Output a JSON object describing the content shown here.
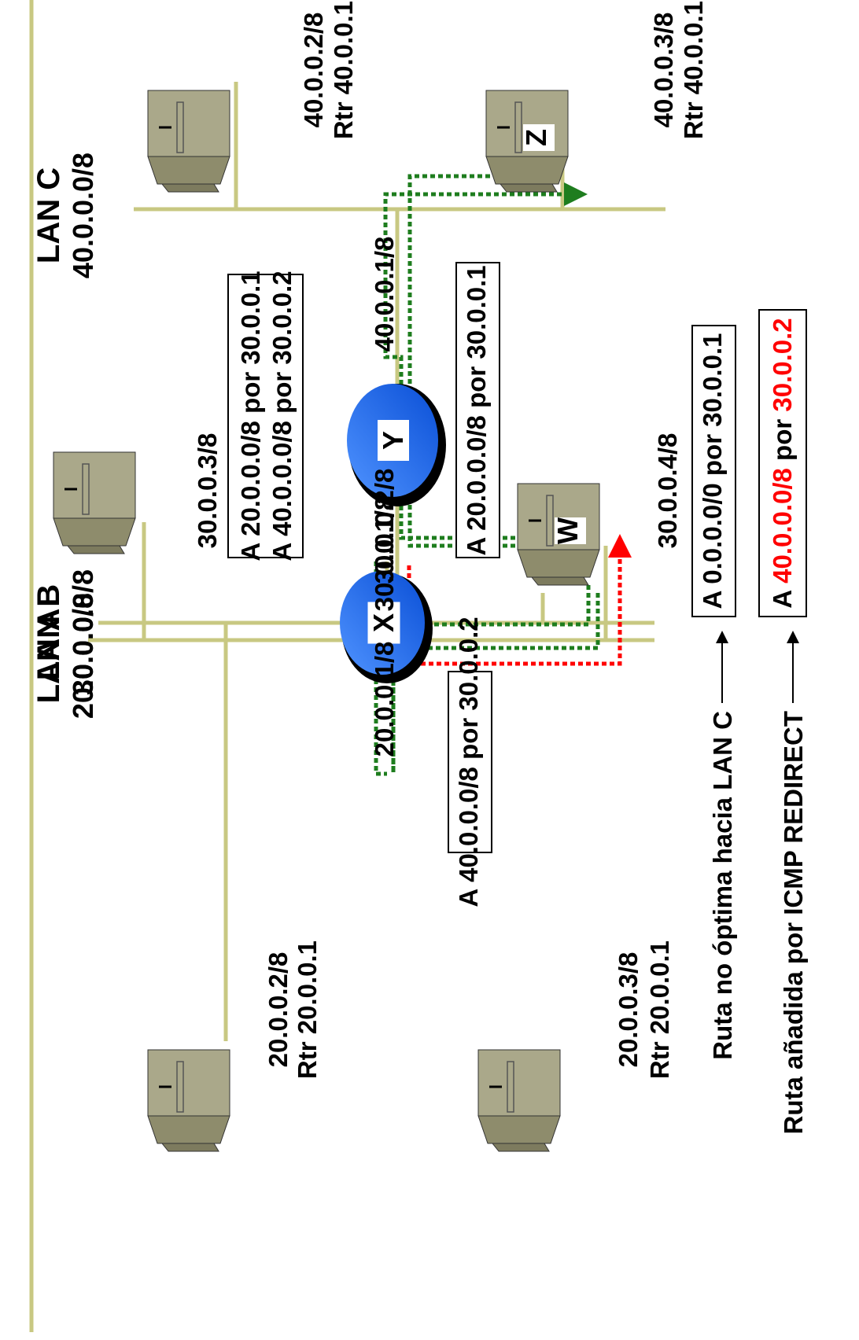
{
  "colors": {
    "lan_line": "#c8c882",
    "router_blue": "#0a5cf0",
    "router_dark": "#000000",
    "computer_face": "#aaa88a",
    "computer_side": "#8e8c6c",
    "green_path": "#1e7d1e",
    "red_path": "#ff0000",
    "text": "#000000",
    "red_text": "#ff0000"
  },
  "lans": {
    "a": {
      "name": "LAN A",
      "net": "20.0.0.0/8"
    },
    "b": {
      "name": "LAN B",
      "net": "30.0.0.0/8"
    },
    "c": {
      "name": "LAN C",
      "net": "40.0.0.0/8"
    }
  },
  "routers": {
    "x": {
      "letter": "X",
      "if_a": "20.0.0.1/8",
      "if_b": "30.0.0.1/8"
    },
    "y": {
      "letter": "Y",
      "if_b": "30.0.0.2/8",
      "if_c": "40.0.0.1/8"
    }
  },
  "hosts": {
    "a1": {
      "ip": "20.0.0.2/8",
      "rtr": "Rtr 20.0.0.1",
      "icon": "computer-icon"
    },
    "a2": {
      "ip": "20.0.0.3/8",
      "rtr": "Rtr 20.0.0.1",
      "icon": "computer-icon"
    },
    "b1": {
      "ip": "30.0.0.3/8",
      "icon": "computer-icon"
    },
    "w": {
      "letter": "W",
      "ip": "30.0.0.4/8",
      "icon": "computer-icon"
    },
    "c1": {
      "ip": "40.0.0.2/8",
      "rtr": "Rtr 40.0.0.1",
      "icon": "computer-icon"
    },
    "z": {
      "letter": "Z",
      "ip": "40.0.0.3/8",
      "rtr": "Rtr 40.0.0.1",
      "icon": "computer-icon"
    }
  },
  "route_tables": {
    "x": "A 40.0.0.0/8 por 30.0.0.2",
    "b_host": [
      "A 20.0.0.0/8 por 30.0.0.1",
      "A 40.0.0.0/8 por 30.0.0.2"
    ],
    "y": "A 20.0.0.0/8 por 30.0.0.1"
  },
  "legend": {
    "non_optimal_label": "Ruta no óptima hacia LAN C",
    "non_optimal_route": "A 0.0.0.0/0 por 30.0.0.1",
    "redirect_label": "Ruta añadida por ICMP REDIRECT",
    "redirect_route_prefix": "A ",
    "redirect_route_net": "40.0.0.0/8",
    "redirect_route_mid": " por ",
    "redirect_route_gw": "30.0.0.2"
  }
}
